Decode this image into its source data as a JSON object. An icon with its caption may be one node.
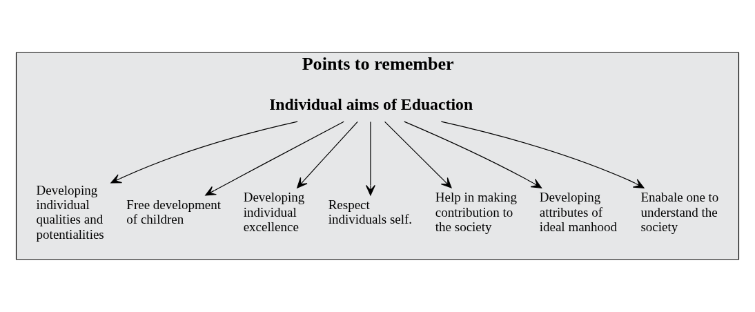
{
  "diagram": {
    "nodes": [
      {
        "text": [
          "Points to remember"
        ]
      },
      {
        "text": [
          "Individual aims of Eduaction"
        ],
        "in": 0
      },
      {
        "text": [
          "Developing individual qualities and potentialities"
        ],
        "in": 0
      },
      {
        "text": [
          "Free development of children"
        ],
        "in": 0
      },
      {
        "text": [
          "Developing individual excellence"
        ],
        "in": 0
      },
      {
        "text": [
          "Respect individuals self."
        ],
        "in": 0
      },
      {
        "text": [
          "Help in making contribution to the society"
        ],
        "in": 0
      },
      {
        "text": [
          "Developing attributes of ideal manhood"
        ],
        "in": 0
      },
      {
        "text": [
          "Enabale one to understand the society"
        ],
        "in": 0
      }
    ],
    "edges": [
      {
        "from": 1,
        "to": 2,
        "arrow": "to"
      },
      {
        "from": 1,
        "to": 3,
        "arrow": "to"
      },
      {
        "from": 1,
        "to": 4,
        "arrow": "to"
      },
      {
        "from": 1,
        "to": 5,
        "arrow": "to"
      },
      {
        "from": 1,
        "to": 6,
        "arrow": "to"
      },
      {
        "from": 1,
        "to": 7,
        "arrow": "to"
      },
      {
        "from": 1,
        "to": 8,
        "arrow": "to"
      }
    ]
  }
}
